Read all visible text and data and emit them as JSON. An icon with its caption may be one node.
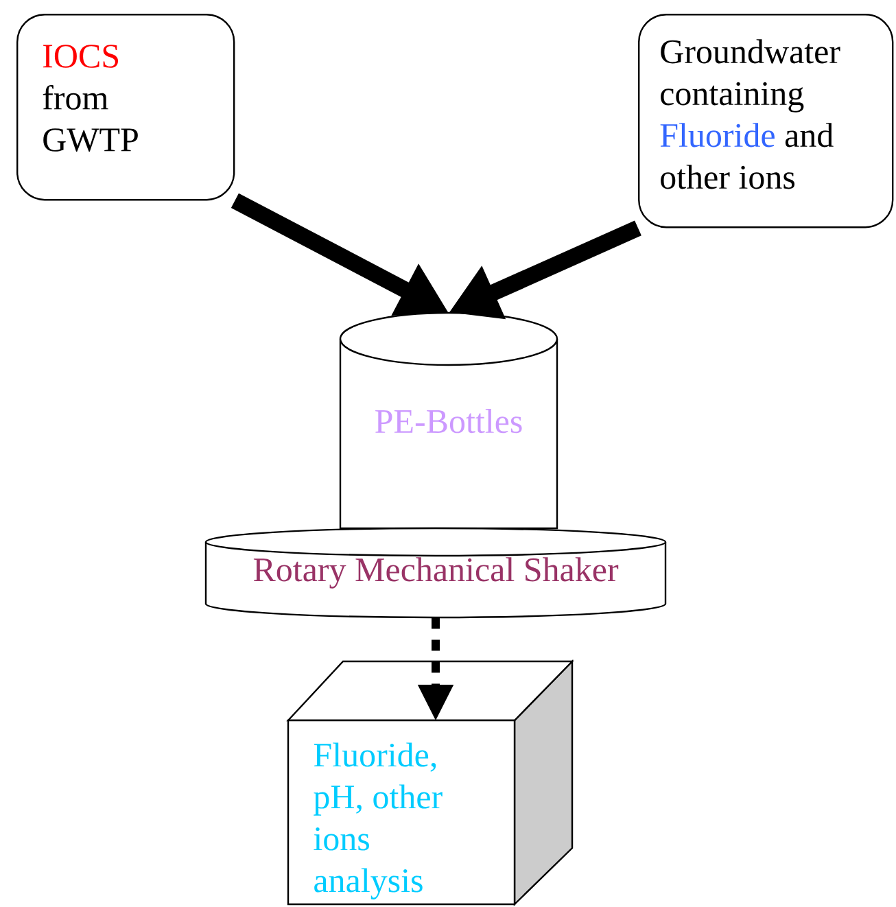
{
  "diagram": {
    "nodes": [
      {
        "text": [
          "IOCS",
          "from GWTP"
        ]
      },
      {
        "text": [
          "Groundwater containing",
          "Fluoride",
          "and other ions"
        ]
      },
      {
        "text": [
          "PE-Bottles"
        ]
      },
      {
        "text": [
          "Rotary Mechanical Shaker"
        ]
      },
      {
        "text": [
          "Fluoride, pH, other ions analysis"
        ]
      }
    ],
    "edges": [
      {
        "from": 0,
        "to": 2,
        "arrow": "to"
      },
      {
        "from": 1,
        "to": 2,
        "arrow": "to"
      },
      {
        "from": 3,
        "to": 4,
        "arrow": "to",
        "style": "dashed"
      }
    ]
  }
}
